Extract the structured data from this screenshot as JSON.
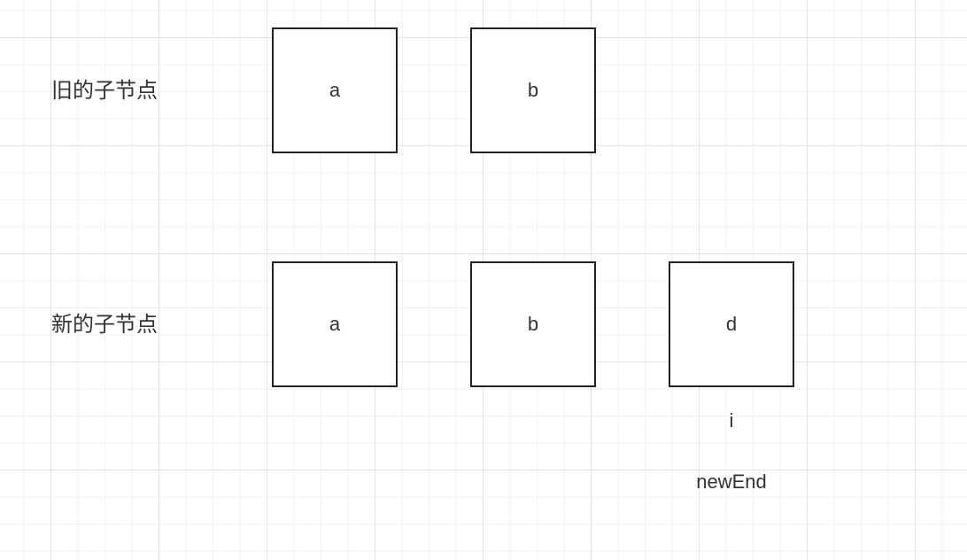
{
  "labels": {
    "old_children": "旧的子节点",
    "new_children": "新的子节点"
  },
  "old_nodes": [
    {
      "key": "a"
    },
    {
      "key": "b"
    }
  ],
  "new_nodes": [
    {
      "key": "a"
    },
    {
      "key": "b"
    },
    {
      "key": "d"
    }
  ],
  "annotations": {
    "index_pointer": "i",
    "end_pointer": "newEnd"
  },
  "colors": {
    "border": "#222222",
    "text": "#333333",
    "grid_major": "#e3e3e3",
    "grid_minor": "#f1f1f1",
    "background": "#ffffff"
  }
}
